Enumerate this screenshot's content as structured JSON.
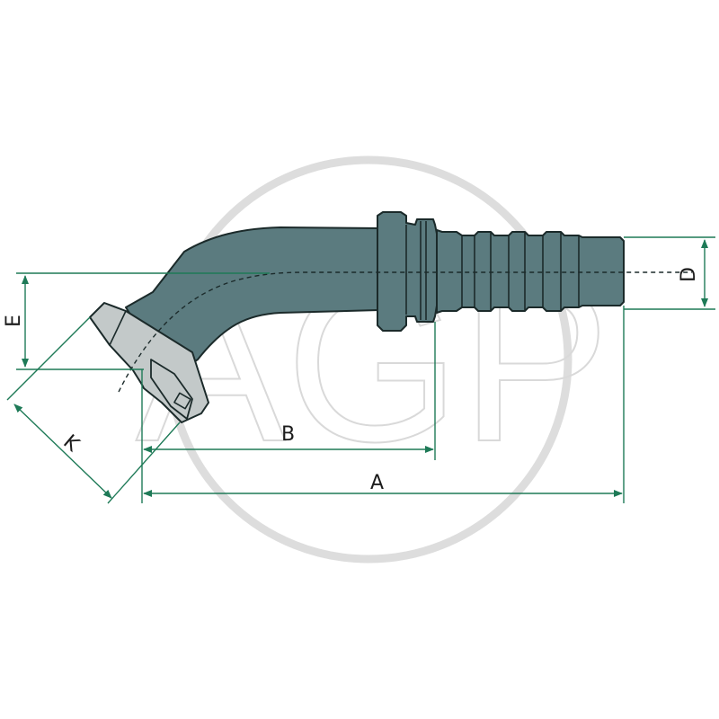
{
  "watermark": {
    "text": "AGP"
  },
  "dimensions": {
    "A": "A",
    "B": "B",
    "D": "D",
    "E": "E",
    "K": "K"
  },
  "colors": {
    "part_fill": "#5b7b7f",
    "flange_fill": "#c3c9c9",
    "outline": "#1b2a2a",
    "dimension_line": "#1e7a57",
    "watermark": "#d9d9d9"
  }
}
